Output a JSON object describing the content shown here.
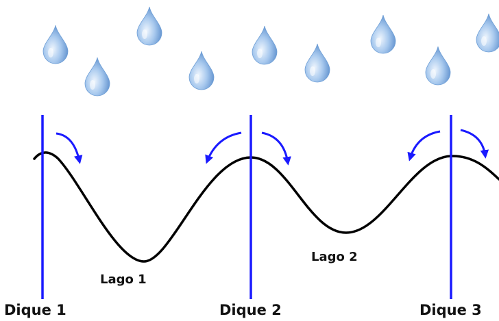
{
  "labels": {
    "dikes": [
      "Dique 1",
      "Dique 2",
      "Dique 3"
    ],
    "lakes": [
      "Lago 1",
      "Lago 2"
    ]
  },
  "icons": {
    "drop": "water-drop-icon",
    "arrow": "curved-arrow-icon"
  },
  "colors": {
    "dike": "#1a1aff",
    "arrow": "#1a1aff",
    "terrain": "#000000",
    "drop_light": "#e6f0fb",
    "drop_mid": "#9ec2ec",
    "drop_dark": "#4f86c9"
  }
}
